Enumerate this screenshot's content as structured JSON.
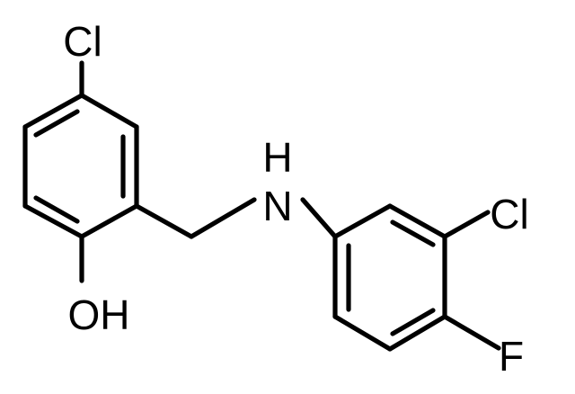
{
  "molecule": {
    "atoms": {
      "cl_top": "Cl",
      "nh_h": "H",
      "nh_n": "N",
      "cl_right": "Cl",
      "oh": "OH",
      "f": "F"
    }
  },
  "colors": {
    "bond": "#000000",
    "label": "#000000",
    "background": "#ffffff"
  }
}
